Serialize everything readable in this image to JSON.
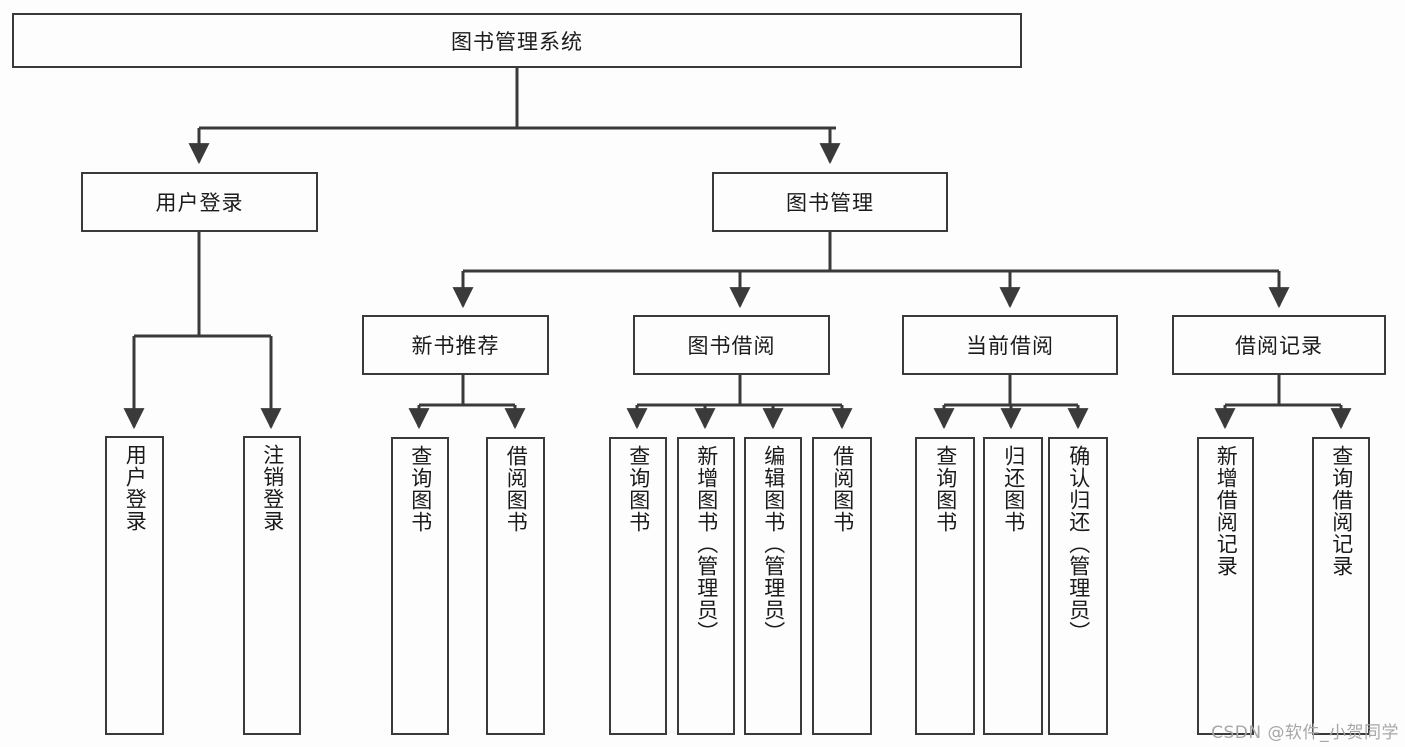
{
  "diagram": {
    "title_box": {
      "label": "图书管理系统"
    },
    "level2": [
      {
        "id": "user-login",
        "label": "用户登录"
      },
      {
        "id": "book-management",
        "label": "图书管理"
      }
    ],
    "level3": [
      {
        "id": "new-book-recommend",
        "label": "新书推荐"
      },
      {
        "id": "book-borrow",
        "label": "图书借阅"
      },
      {
        "id": "current-borrow",
        "label": "当前借阅"
      },
      {
        "id": "borrow-record",
        "label": "借阅记录"
      }
    ],
    "leaves": [
      {
        "id": "leaf-user-login",
        "label": "用户登录",
        "parent": "user-login"
      },
      {
        "id": "leaf-logout",
        "label": "注销登录",
        "parent": "user-login"
      },
      {
        "id": "leaf-query-book-1",
        "label": "查询图书",
        "parent": "new-book-recommend"
      },
      {
        "id": "leaf-borrow-book-1",
        "label": "借阅图书",
        "parent": "new-book-recommend"
      },
      {
        "id": "leaf-query-book-2",
        "label": "查询图书",
        "parent": "book-borrow"
      },
      {
        "id": "leaf-add-book",
        "label": "新增图书（管理员）",
        "parent": "book-borrow"
      },
      {
        "id": "leaf-edit-book",
        "label": "编辑图书（管理员）",
        "parent": "book-borrow"
      },
      {
        "id": "leaf-borrow-book-2",
        "label": "借阅图书",
        "parent": "book-borrow"
      },
      {
        "id": "leaf-query-book-3",
        "label": "查询图书",
        "parent": "current-borrow"
      },
      {
        "id": "leaf-return-book",
        "label": "归还图书",
        "parent": "current-borrow"
      },
      {
        "id": "leaf-confirm-return",
        "label": "确认归还（管理员）",
        "parent": "current-borrow"
      },
      {
        "id": "leaf-add-record",
        "label": "新增借阅记录",
        "parent": "borrow-record"
      },
      {
        "id": "leaf-query-record",
        "label": "查询借阅记录",
        "parent": "borrow-record"
      }
    ],
    "watermark": "CSDN @软件_小贺同学",
    "colors": {
      "line": "#3a3a3a",
      "box_fill": "#fdfdfd",
      "text": "#1b1b1b",
      "watermark": "#a7a7a7"
    }
  }
}
